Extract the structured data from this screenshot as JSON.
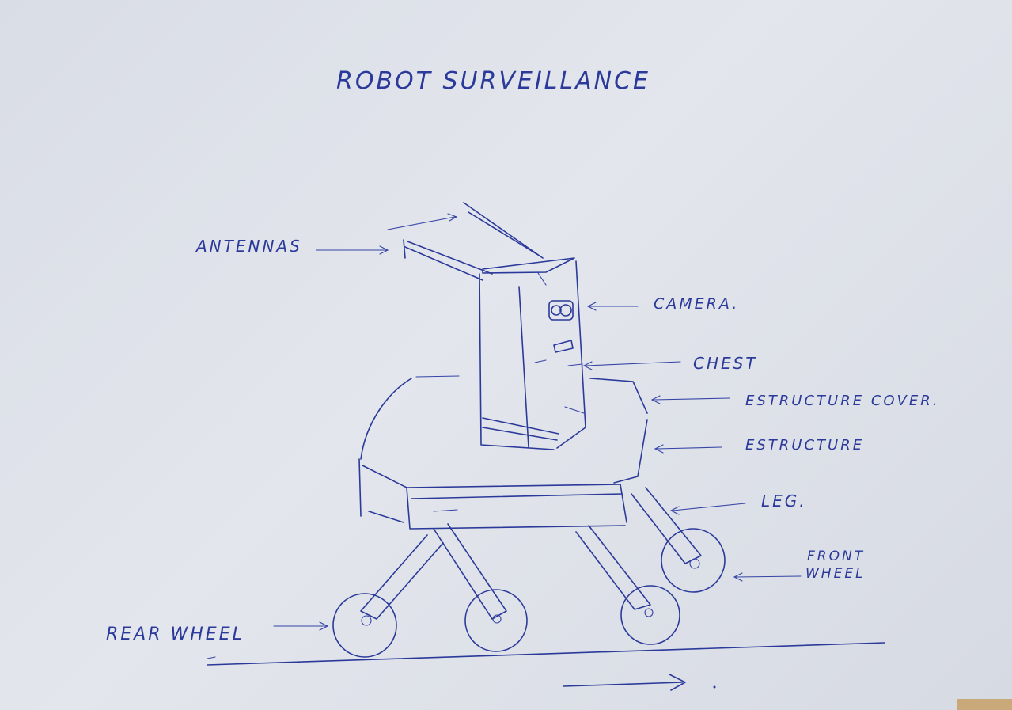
{
  "title": "ROBOT SURVEILLANCE",
  "labels": {
    "antennas": "ANTENNAS",
    "camera": "CAMERA.",
    "chest": "CHEST",
    "structure_cover": "ESTRUCTURE COVER.",
    "structure": "ESTRUCTURE",
    "leg": "LEG.",
    "front_wheel_line1": "FRONT",
    "front_wheel_line2": "WHEEL",
    "rear_wheel": "REAR WHEEL"
  },
  "colors": {
    "ink": "#2b3a9a",
    "paper": "#dfe2e9"
  }
}
